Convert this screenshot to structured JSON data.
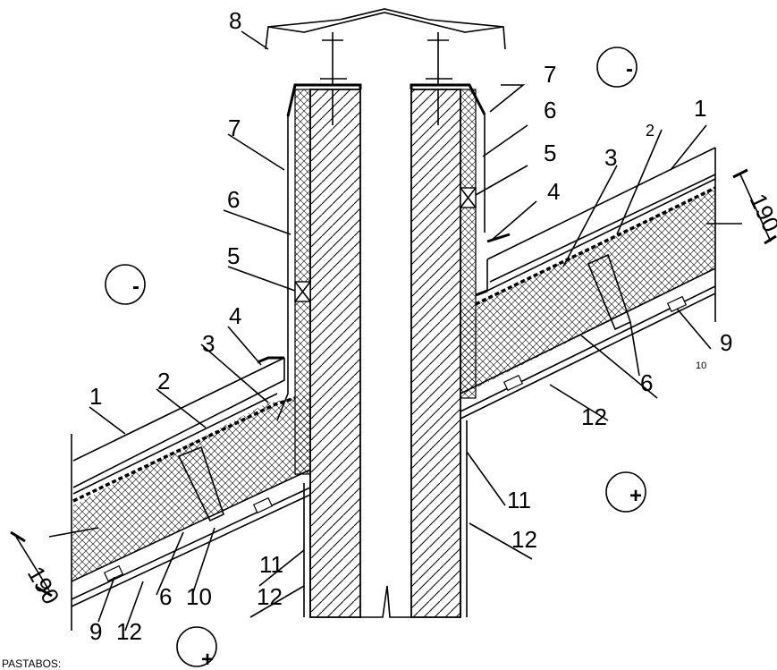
{
  "labels": {
    "l1a": "1",
    "l2a": "2",
    "l3a": "3",
    "l4a": "4",
    "l5a": "5",
    "l6a": "6",
    "l7a": "7",
    "l1b": "1",
    "l2b": "2",
    "l3b": "3",
    "l4b": "4",
    "l5b": "5",
    "l6b": "6",
    "l7b": "7",
    "l6c": "6",
    "l6d": "6",
    "l8": "8",
    "l9a": "9",
    "l9b": "9",
    "l10a": "10",
    "l10b": "10",
    "l11a": "11",
    "l11b": "11",
    "l12a": "12",
    "l12b": "12",
    "l12c": "12",
    "l12d": "12"
  },
  "dimensions": {
    "left": "190",
    "right": "190"
  },
  "pressure_signs": {
    "minus": "-",
    "plus": "+"
  },
  "note": "PASTABOS:"
}
